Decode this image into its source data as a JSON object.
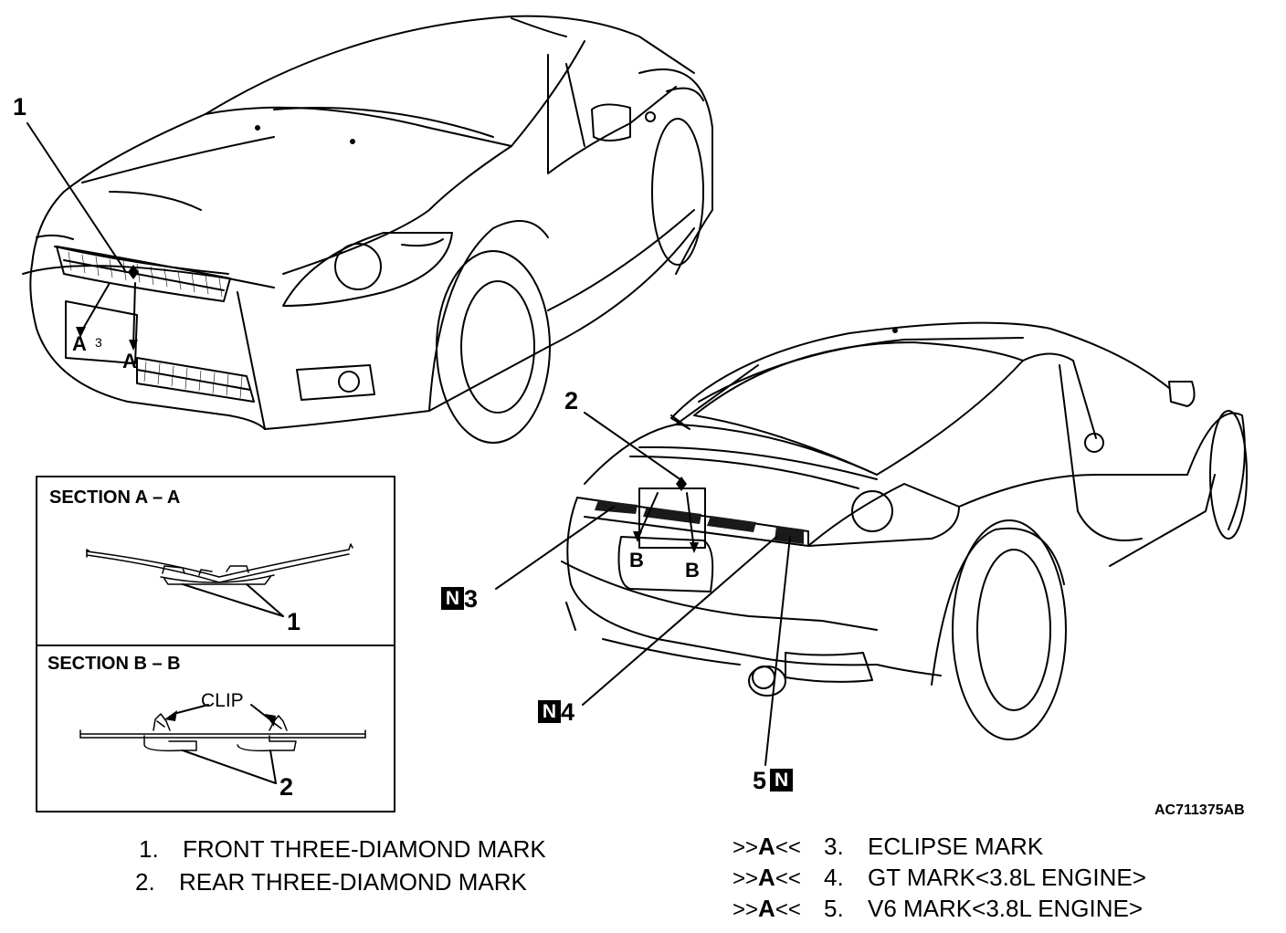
{
  "callouts": {
    "c1": "1",
    "c2": "2",
    "c3": "3",
    "c4": "4",
    "c5": "5",
    "n": "N"
  },
  "car_labels": {
    "a": "A",
    "b": "B",
    "plate_front": "3"
  },
  "sections": {
    "aa_title": "SECTION A – A",
    "aa_callout": "1",
    "bb_title": "SECTION B – B",
    "bb_clip": "CLIP",
    "bb_callout": "2"
  },
  "figure_code": "AC711375AB",
  "legend": {
    "left": [
      {
        "num": "1.",
        "label": "FRONT THREE-DIAMOND MARK"
      },
      {
        "num": "2.",
        "label": "REAR THREE-DIAMOND MARK"
      }
    ],
    "right": [
      {
        "ref_pre": ">>",
        "ref_letter": "A",
        "ref_post": "<<",
        "num": "3.",
        "label": "ECLIPSE MARK"
      },
      {
        "ref_pre": ">>",
        "ref_letter": "A",
        "ref_post": "<<",
        "num": "4.",
        "label": "GT MARK<3.8L ENGINE>"
      },
      {
        "ref_pre": ">>",
        "ref_letter": "A",
        "ref_post": "<<",
        "num": "5.",
        "label": "V6 MARK<3.8L ENGINE>"
      }
    ]
  }
}
